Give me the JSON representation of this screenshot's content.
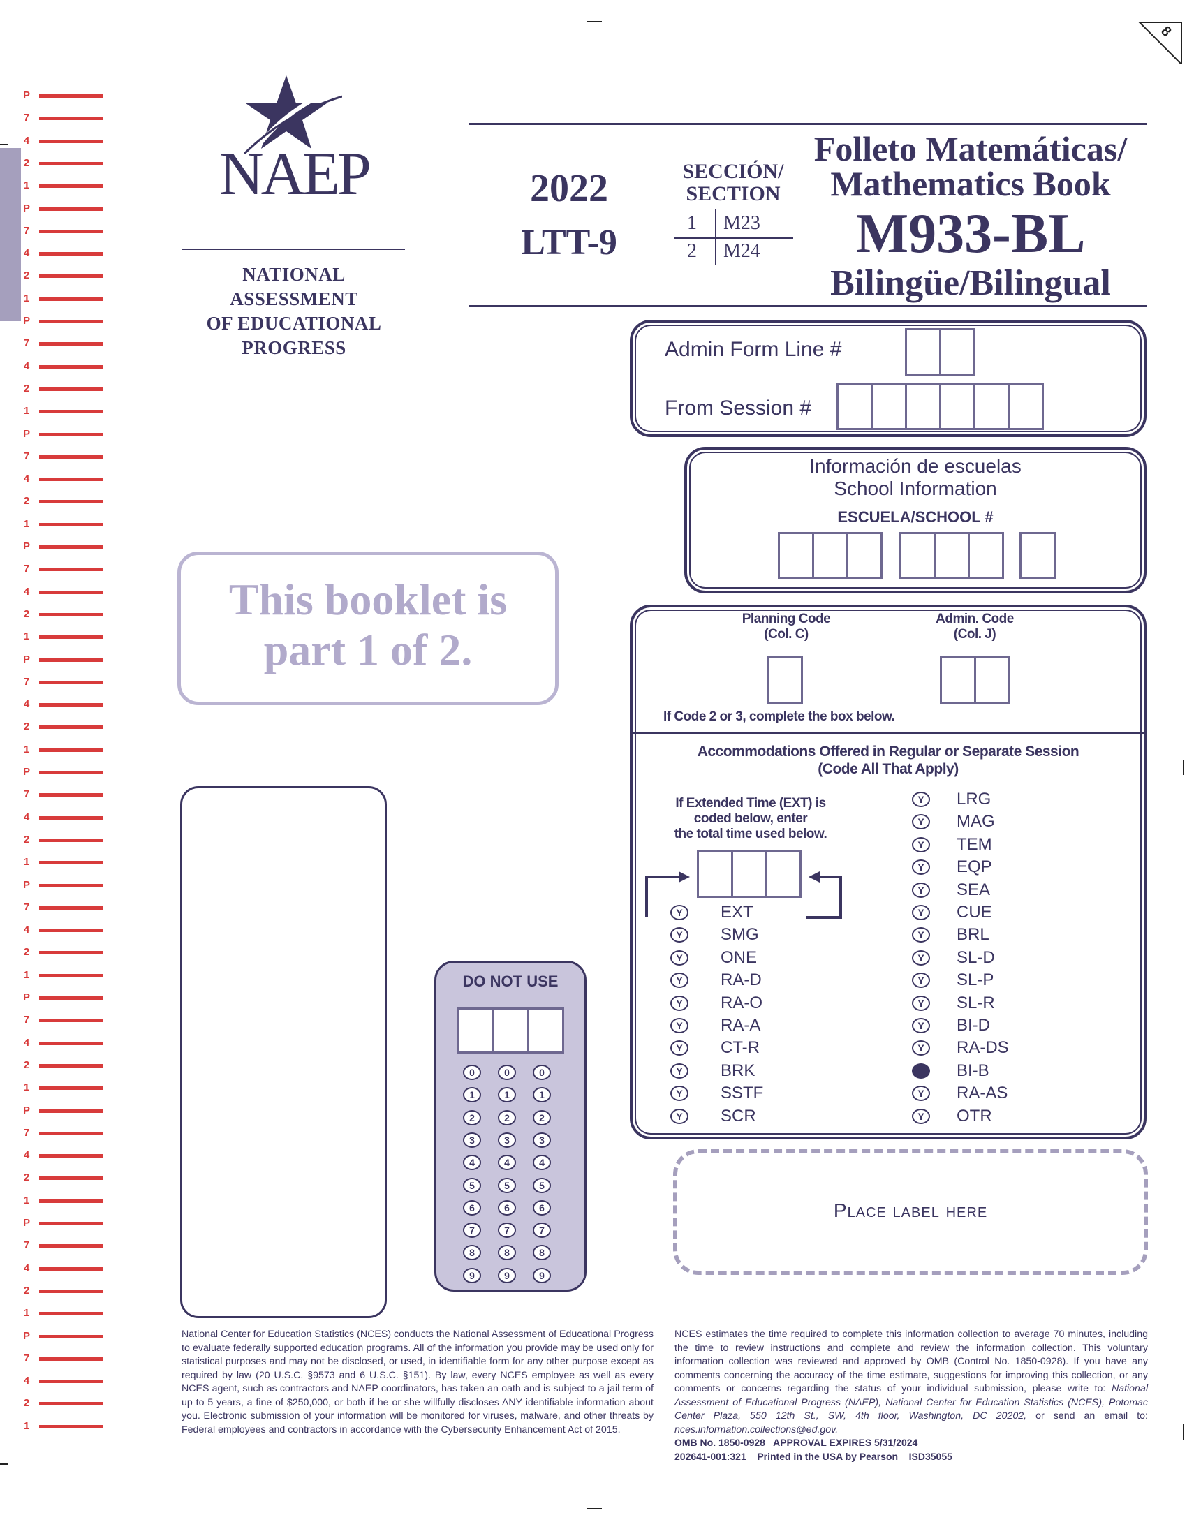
{
  "page_number": "8",
  "logo": {
    "name": "NAEP",
    "subtitle_lines": [
      "NATIONAL ASSESSMENT",
      "OF EDUCATIONAL",
      "PROGRESS"
    ]
  },
  "header": {
    "year": "2022",
    "assessment": "LTT-9",
    "section_title_lines": [
      "SECCIÓN/",
      "SECTION"
    ],
    "sections": [
      {
        "num": "1",
        "code": "M23"
      },
      {
        "num": "2",
        "code": "M24"
      }
    ],
    "book_title_lines": [
      "Folleto Matemáticas/",
      "Mathematics Book"
    ],
    "book_code": "M933-BL",
    "book_language": "Bilingüe/Bilingual"
  },
  "admin_box": {
    "form_line_label": "Admin Form Line #",
    "session_label": "From Session #"
  },
  "school_box": {
    "title_lines": [
      "Información de escuelas",
      "School Information"
    ],
    "school_label": "ESCUELA/SCHOOL #"
  },
  "codes_box": {
    "planning_code_lines": [
      "Planning Code",
      "(Col. C)"
    ],
    "admin_code_lines": [
      "Admin. Code",
      "(Col. J)"
    ],
    "instruction": "If Code 2 or 3, complete the box below."
  },
  "accommodations": {
    "title_lines": [
      "Accommodations Offered in Regular or Separate Session",
      "(Code All That Apply)"
    ],
    "ext_note_lines": [
      "If Extended Time (EXT) is",
      "coded below, enter",
      "the total time used below."
    ],
    "bubble_letter": "Y",
    "left_items": [
      "EXT",
      "SMG",
      "ONE",
      "RA-D",
      "RA-O",
      "RA-A",
      "CT-R",
      "BRK",
      "SSTF",
      "SCR"
    ],
    "right_items": [
      "LRG",
      "MAG",
      "TEM",
      "EQP",
      "SEA",
      "CUE",
      "BRL",
      "SL-D",
      "SL-P",
      "SL-R",
      "BI-D",
      "RA-DS",
      "BI-B",
      "RA-AS",
      "OTR"
    ],
    "filled_right_item": "BI-B"
  },
  "notice": {
    "lines": [
      "This booklet is",
      "part 1 of 2."
    ]
  },
  "do_not_use": {
    "title": "DO NOT USE",
    "digits": [
      "0",
      "1",
      "2",
      "3",
      "4",
      "5",
      "6",
      "7",
      "8",
      "9"
    ]
  },
  "label_box": {
    "text": "Place label here"
  },
  "timing_strip": {
    "chars": [
      "P",
      "7",
      "4",
      "2",
      "1"
    ]
  },
  "footer": {
    "left": "National Center for Education Statistics (NCES) conducts the National Assessment of Educational Progress to evaluate federally supported education programs. All of the information you provide may be used only for statistical purposes and may not be disclosed, or used, in identifiable form for any other purpose except as required by law (20 U.S.C. §9573 and 6 U.S.C. §151). By law, every NCES employee as well as every NCES agent, such as contractors and NAEP coordinators, has taken an oath and is subject to a jail term of up to 5 years, a fine of $250,000, or both if he or she willfully discloses ANY identifiable information about you. Electronic submission of your information will be monitored for viruses, malware, and other threats by Federal employees and contractors in accordance with the Cybersecurity Enhancement Act of 2015.",
    "right_intro": "NCES estimates the time required to complete this information collection to average 70 minutes, including the time to review instructions and complete and review the information collection. This voluntary information collection was reviewed and approved by OMB (Control No. 1850-0928). If you have any comments concerning the accuracy of the time estimate, suggestions for improving this collection, or any comments or concerns regarding the status of your individual submission, please write to:",
    "right_address": "National Assessment of Educational Progress (NAEP), National Center for Education Statistics (NCES), Potomac Center Plaza, 550 12th St., SW, 4th floor, Washington, DC 20202,",
    "right_email_pre": "or send an email to:",
    "right_email": "nces.information.collections@ed.gov.",
    "omb": "OMB No. 1850-0928   APPROVAL EXPIRES 5/31/2024",
    "print_line": "202641-001:321    Printed in the USA by Pearson    ISD35055"
  }
}
